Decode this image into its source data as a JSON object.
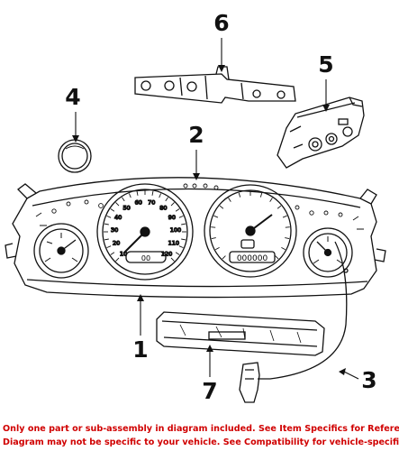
{
  "diagram": {
    "callouts": {
      "c1": "1",
      "c2": "2",
      "c3": "3",
      "c4": "4",
      "c5": "5",
      "c6": "6",
      "c7": "7"
    },
    "gauges": {
      "speedometer_mph": [
        "10",
        "20",
        "30",
        "40",
        "50",
        "60",
        "70",
        "80",
        "90",
        "100",
        "110",
        "120"
      ],
      "odometer_display": "000000",
      "trip_display": "00"
    },
    "notice": {
      "line1": "Only one part or sub-assembly in diagram included. See Item Specifics for Reference #.",
      "line2": "Diagram may not be specific to your vehicle. See Compatibility for vehicle-specific diagrams."
    }
  }
}
